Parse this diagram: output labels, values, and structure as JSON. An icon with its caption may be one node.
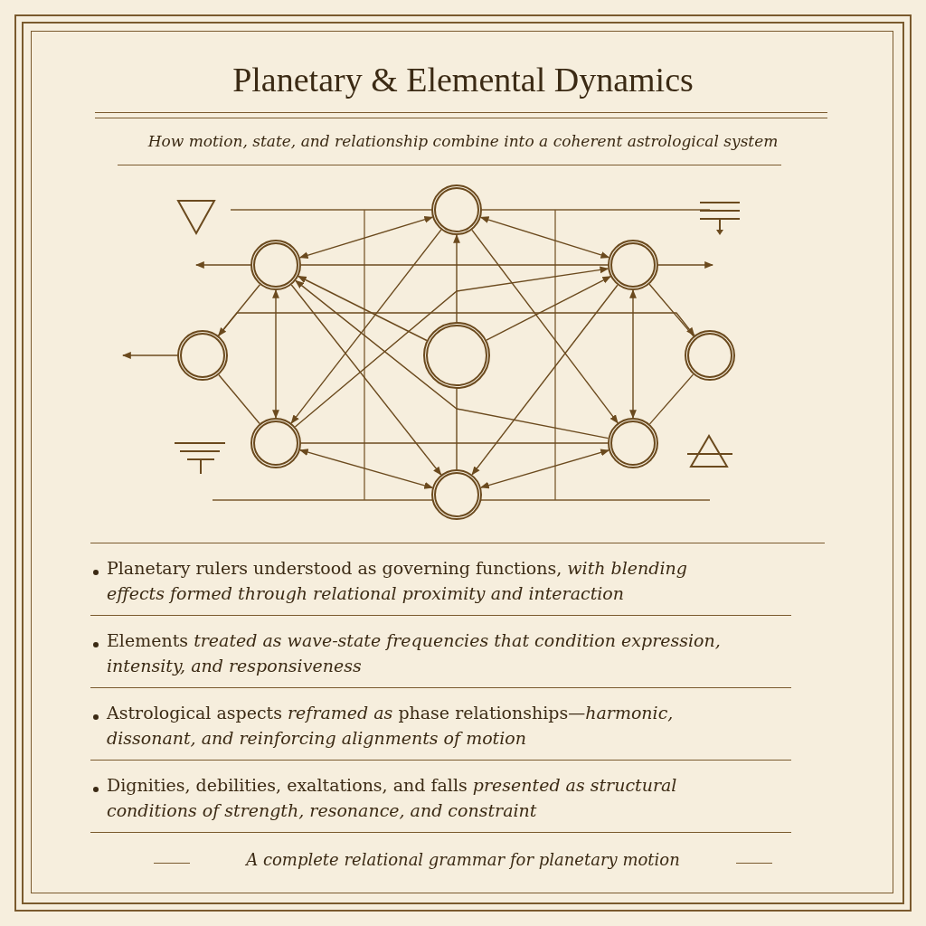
{
  "diagram": {
    "title": "Planetary & Elemental Dynamics",
    "caption": "A complete relational grammar for planetary motion",
    "nodes": [
      {
        "text": [],
        "shape": "circle"
      },
      {
        "text": [],
        "shape": "circle"
      },
      {
        "text": [],
        "shape": "circle"
      },
      {
        "text": [],
        "shape": "circle"
      },
      {
        "text": [],
        "shape": "circle"
      },
      {
        "text": [],
        "shape": "circle"
      },
      {
        "text": [],
        "shape": "circle"
      },
      {
        "text": [],
        "shape": "circle"
      },
      {
        "text": [],
        "shape": "circle"
      }
    ],
    "edges": [
      {
        "from": 0,
        "to": 1,
        "arrow": "both"
      },
      {
        "from": 0,
        "to": 2,
        "arrow": "both"
      },
      {
        "from": 1,
        "to": 6,
        "arrow": "both"
      },
      {
        "from": 2,
        "to": 7,
        "arrow": "both"
      },
      {
        "from": 6,
        "to": 8,
        "arrow": "both"
      },
      {
        "from": 7,
        "to": 8,
        "arrow": "both"
      },
      {
        "from": 3,
        "to": 5,
        "arrow": "both"
      },
      {
        "from": 1,
        "to": 2,
        "arrow": "none"
      },
      {
        "from": 6,
        "to": 7,
        "arrow": "none"
      },
      {
        "from": 1,
        "to": 3,
        "arrow": "none"
      },
      {
        "from": 2,
        "to": 5,
        "arrow": "none"
      },
      {
        "from": 3,
        "to": 6,
        "arrow": "none"
      },
      {
        "from": 5,
        "to": 7,
        "arrow": "none"
      },
      {
        "from": 4,
        "to": 0,
        "arrow": "to"
      },
      {
        "from": 4,
        "to": 8,
        "arrow": "none"
      },
      {
        "from": 0,
        "to": 6,
        "arrow": "to"
      },
      {
        "from": 0,
        "to": 7,
        "arrow": "to"
      },
      {
        "from": 7,
        "to": 1,
        "arrow": "to"
      },
      {
        "from": 6,
        "to": 2,
        "arrow": "to"
      },
      {
        "from": 1,
        "to": 8,
        "arrow": "to"
      },
      {
        "from": 2,
        "to": 8,
        "arrow": "to"
      },
      {
        "from": 4,
        "to": 1,
        "arrow": "to"
      },
      {
        "from": 4,
        "to": 2,
        "arrow": "to"
      },
      {
        "from": 1,
        "to": null,
        "arrow": "to"
      },
      {
        "from": 2,
        "to": null,
        "arrow": "to"
      },
      {
        "from": 3,
        "to": null,
        "arrow": "to"
      }
    ],
    "labels": [
      "How motion, state, and relationship combine into a coherent astrological system",
      "Planetary rulers understood as governing functions, *with blending effects formed through relational proximity and interaction*",
      "Elements *treated as wave-state frequencies that condition expression, intensity, and responsiveness*",
      "Astrological aspects *reframed as* phase relationships—*harmonic, dissonant, and reinforcing alignments of motion*",
      "Dignities, debilities, exaltations, and falls *presented as structural conditions of strength, resonance, and constraint*"
    ]
  }
}
